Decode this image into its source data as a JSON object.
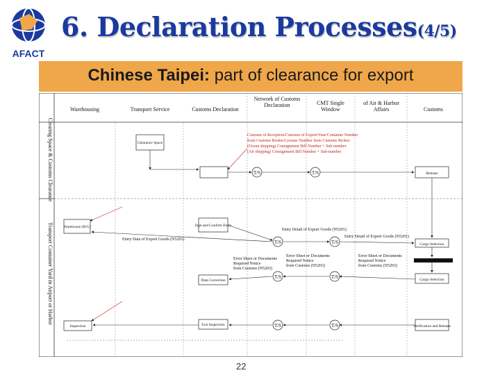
{
  "logo": {
    "text": "AFACT"
  },
  "title": {
    "main": "6. Declaration Processes",
    "suffix": "(4/5)"
  },
  "subtitle": {
    "country": "Chinese Taipei:",
    "rest": " part of clearance for export"
  },
  "columns": [
    "Warehousing",
    "Transport Service",
    "Customs Declaration",
    "Network of Customs Declaration",
    "CMT Single Window",
    "of Air & Harbor Affairs",
    "Customs"
  ],
  "row_labels": [
    "Clearing Space & Customs Clearance",
    "Transport Container Yard in Airport or Harbor"
  ],
  "boxes": {
    "clearance_space": "Clearance Space",
    "warehouse": "Warehouse (B/G)",
    "sign_confirm": "Sign and Confirm Entry",
    "data_correction": "Data Correction",
    "inspection": "Inspection",
    "exit_inspection": "Exit Inspection",
    "cargo_selection": "Cargo Selection",
    "release": "Release",
    "verification": "Verification and Release"
  },
  "nodes": [
    "T/S",
    "T/S",
    "T/S",
    "T/S",
    "T/S",
    "T/S",
    "T/S",
    "T/S"
  ],
  "annotations": {
    "red1": [
      "Customs of Reception/Customs of Export/Year/Container Number",
      "from Customs Broker/License Number from Customs Broker",
      "(Ocean shipping) Consignment Bill Number + Sub-number",
      "(Air shipping) Consignment Bill Number + Sub-number"
    ],
    "entry_detail_1": "Entry Detail of Export Goods (N5201)",
    "entry_data": "Entry Data of Export Goods (N5201)",
    "entry_detail_2": "Entry Detail of Export Goods (N5201)",
    "error_left": [
      "Error Sheet or Documents",
      "Required Notice",
      "from Customs (N5203)"
    ],
    "error_mid": [
      "Error Sheet or Documents",
      "Required Notice",
      "from Customs (N5203)"
    ],
    "error_right": [
      "Error Sheet or Documents",
      "Required Notice",
      "from Customs (N5203)"
    ]
  },
  "page_number": "22"
}
